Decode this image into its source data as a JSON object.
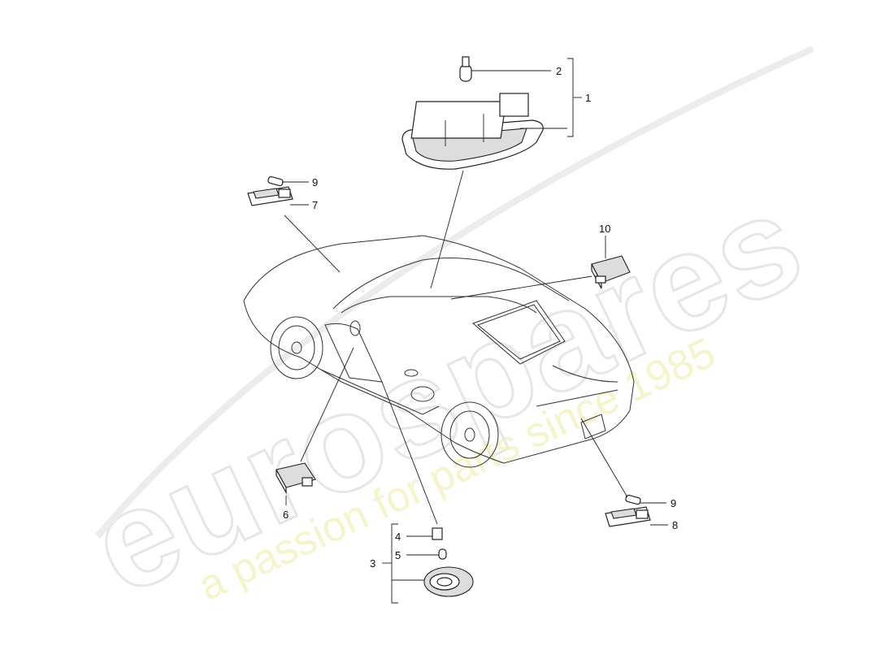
{
  "watermark": {
    "brand": "eurospares",
    "tagline": "a passion for parts since 1985"
  },
  "callouts": {
    "c1": "1",
    "c2": "2",
    "c3": "3",
    "c4": "4",
    "c5": "5",
    "c6": "6",
    "c7": "7",
    "c8": "8",
    "c9_top": "9",
    "c9_bottom": "9",
    "c10": "10"
  }
}
